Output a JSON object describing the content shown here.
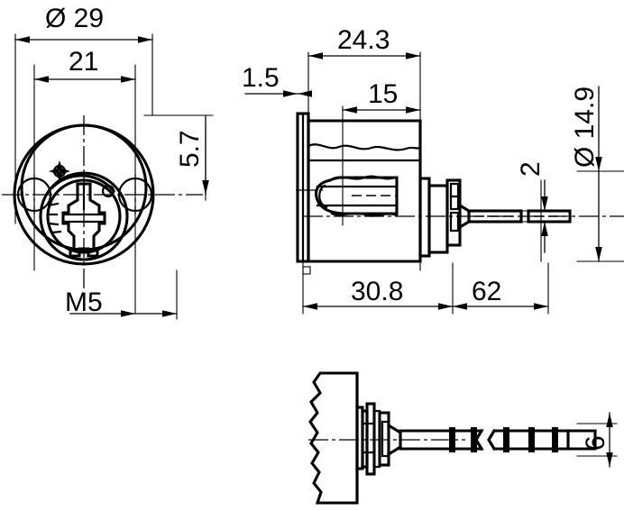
{
  "drawing": {
    "type": "technical-engineering-drawing",
    "subject": "lock cylinder with key",
    "units": "mm",
    "background_color": "#ffffff",
    "line_color": "#000000"
  },
  "views": {
    "front": {
      "name": "front-view-circular",
      "description": "circular lock face with two mounting holes and keyway profile"
    },
    "section": {
      "name": "section-view-side",
      "description": "side sectional view of cylinder body with key inserted"
    },
    "bottom": {
      "name": "bottom-view-key",
      "description": "key blade view with bitting cuts and break line"
    }
  },
  "dimensions": {
    "outer_diameter": "Ø 29",
    "hole_spacing": "21",
    "hole_offset": "5.7",
    "thread": "M5",
    "flange_thickness": "1.5",
    "body_length": "24.3",
    "plug_length": "15",
    "total_body": "30.8",
    "key_length": "62",
    "key_diameter": "Ø 14.9",
    "shaft_offset": "2",
    "key_width": "6"
  }
}
